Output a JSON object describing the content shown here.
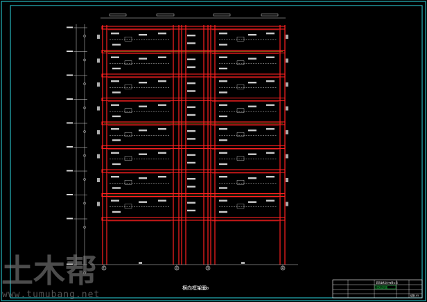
{
  "drawing": {
    "caption": "横向框架图",
    "scale": "1:100",
    "floors": 9,
    "axis_labels": [
      "①",
      "②",
      "③",
      "④"
    ]
  },
  "title_block": {
    "company": "某某建筑设计有限公司",
    "project": "框架结构图",
    "sheet": "结施-05"
  },
  "watermark": {
    "logo_text": "土木帮",
    "url": "www.tumubang.net"
  },
  "colors": {
    "background": "#000000",
    "border": "#2bd7e0",
    "column": "#ff2020",
    "beam": "#ff2020",
    "beam_core": "#ffb020",
    "dimension": "#d8d8d8",
    "annotation": "#ffffff",
    "title_highlight": "#1bd646"
  }
}
